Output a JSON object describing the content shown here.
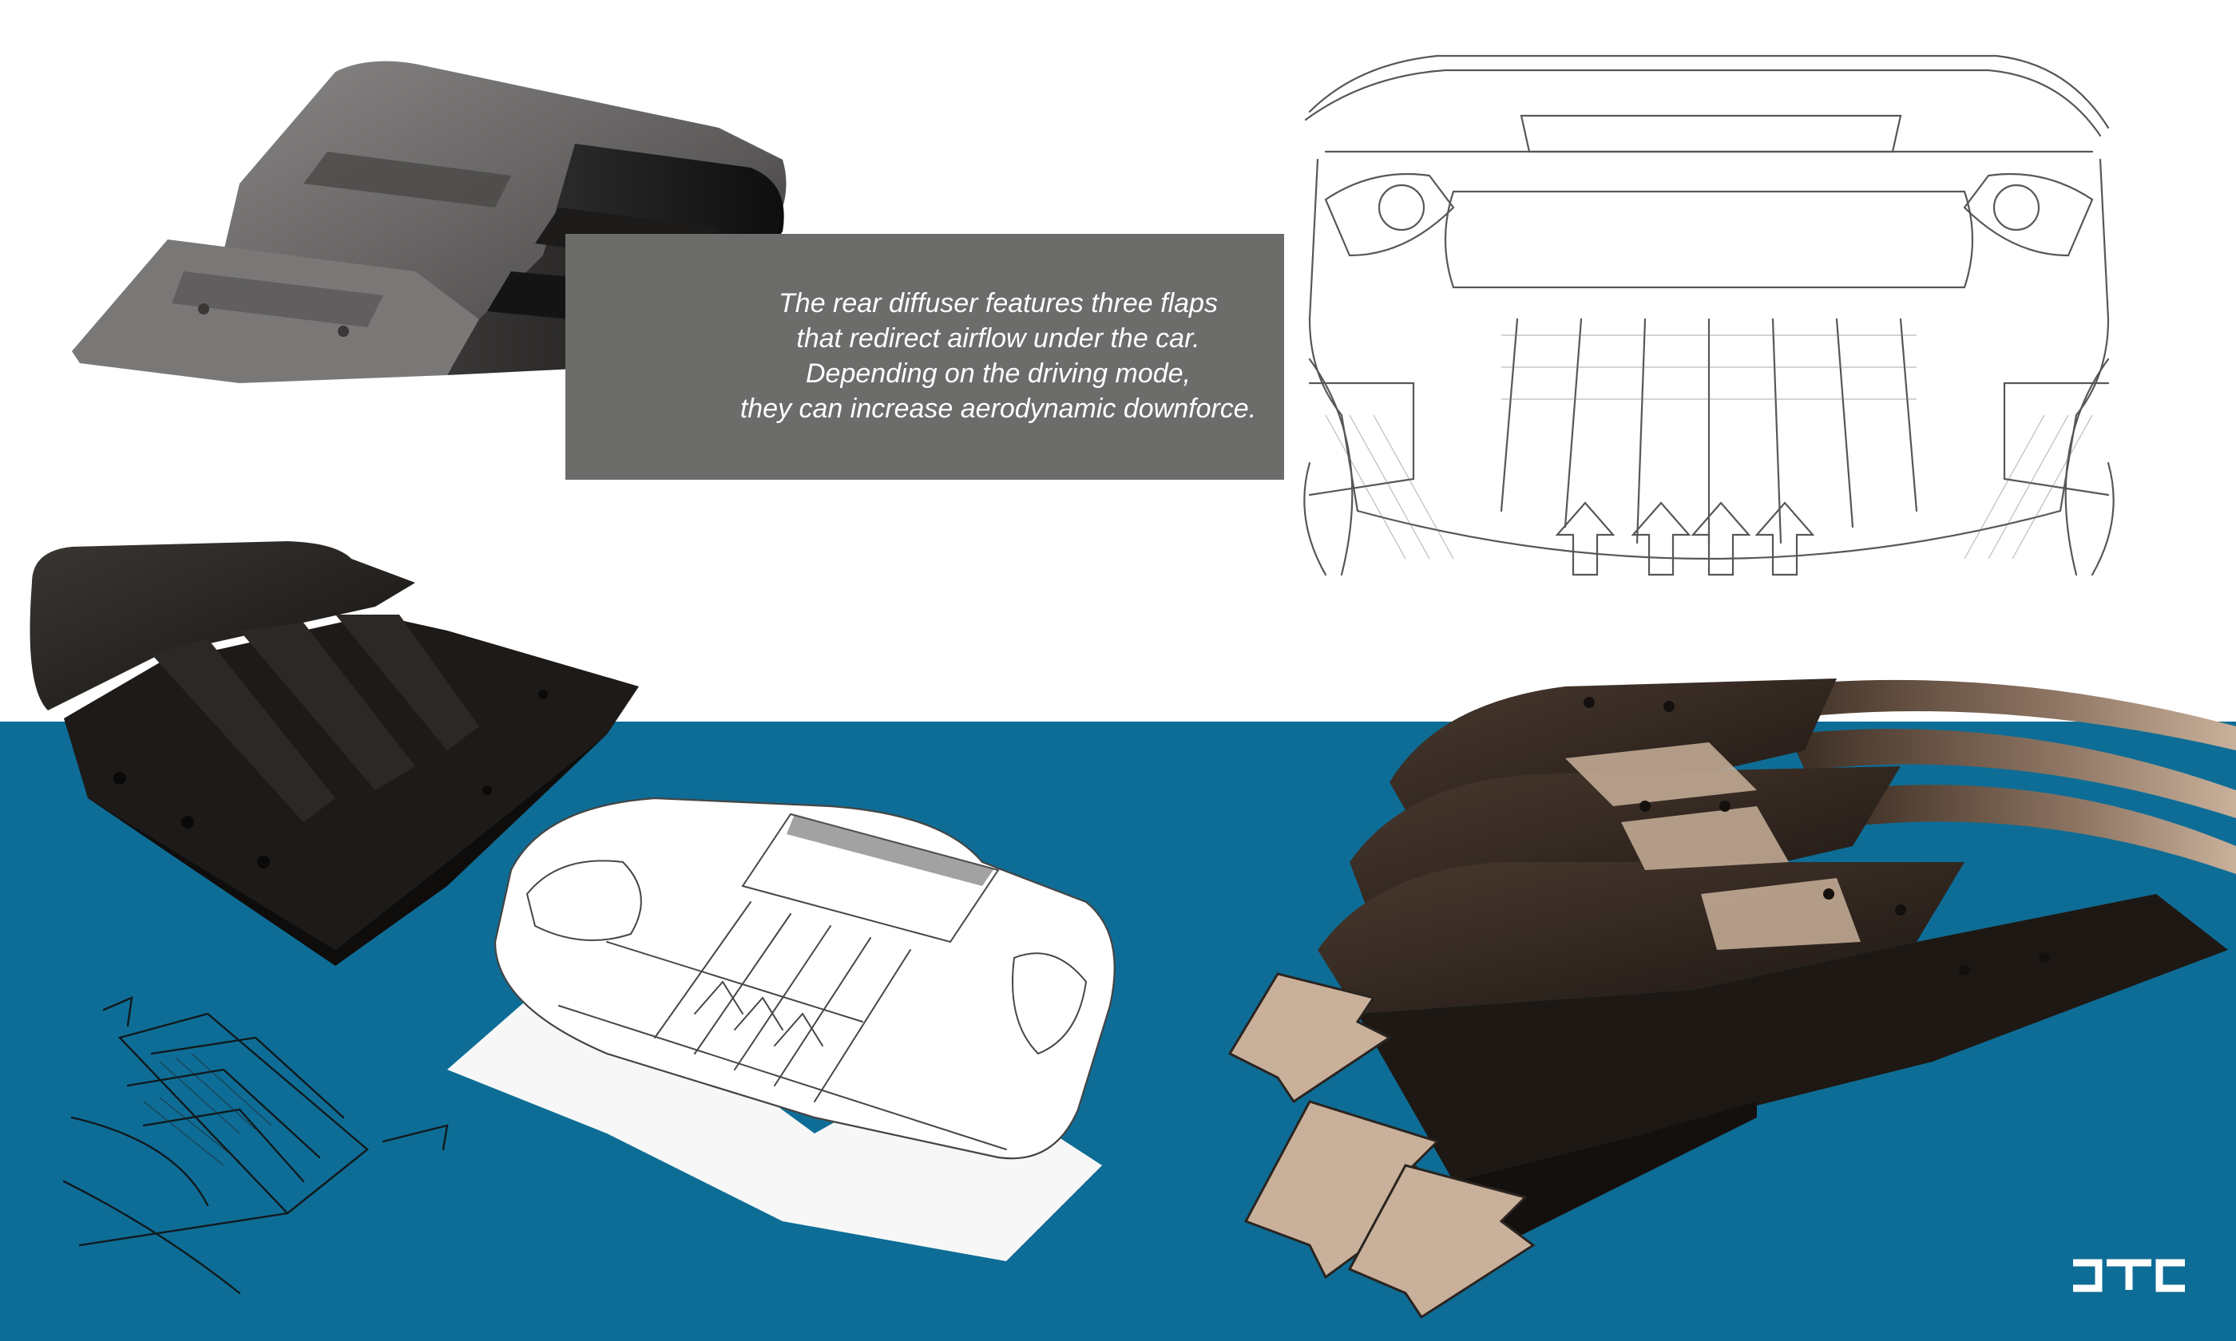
{
  "caption": {
    "lines": [
      "The rear diffuser features three flaps",
      "that redirect airflow under the car.",
      "Depending on the driving mode,",
      "they can increase aerodynamic downforce."
    ]
  },
  "logo": {
    "text": "JTC"
  },
  "colors": {
    "background": "#ffffff",
    "blue_band": "#0e6d96",
    "caption_box": "#6c6c6b",
    "caption_text": "#ffffff",
    "carbon_dark": "#2a2420",
    "airflow_stripe": "#c9b09a",
    "sketch_line": "#333333"
  },
  "illustrations": [
    {
      "name": "grey-diffuser-render",
      "kind": "3d-render"
    },
    {
      "name": "rear-view-pencil-sketch",
      "kind": "sketch"
    },
    {
      "name": "carbon-diffuser-render",
      "kind": "3d-render"
    },
    {
      "name": "diffuser-flap-sketch",
      "kind": "sketch"
    },
    {
      "name": "car-underbody-sketch",
      "kind": "sketch"
    },
    {
      "name": "airflow-flaps-render",
      "kind": "3d-render"
    }
  ]
}
